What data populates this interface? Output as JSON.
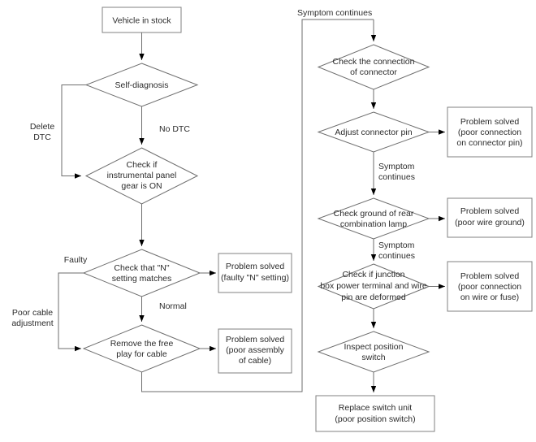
{
  "diagram": {
    "title": "Vehicle transaxle / position switch diagnostic flowchart",
    "type": "flowchart",
    "colors": {
      "background": "#ffffff",
      "shape_stroke": "#808080",
      "connector_stroke": "#6e6e6e",
      "text": "#2b2b2b"
    },
    "left_column": {
      "start_box": {
        "label": "Vehicle in stock"
      },
      "decisions": [
        {
          "id": "self-diagnosis",
          "lines": [
            "Self-diagnosis"
          ]
        },
        {
          "id": "check-instrumental-panel",
          "lines": [
            "Check if",
            "instrumental panel",
            "gear is ON"
          ]
        },
        {
          "id": "check-n-setting",
          "lines": [
            "Check that \"N\"",
            "setting matches"
          ]
        },
        {
          "id": "remove-free-play",
          "lines": [
            "Remove the free",
            "play for cable"
          ]
        }
      ],
      "terminals": [
        {
          "id": "problem-solved-n-setting",
          "lines": [
            "Problem solved",
            "(faulty \"N\" setting)"
          ]
        },
        {
          "id": "problem-solved-cable",
          "lines": [
            "Problem solved",
            "(poor assembly",
            "of cable)"
          ]
        }
      ],
      "edge_labels": [
        {
          "id": "delete-dtc",
          "lines": [
            "Delete",
            "DTC"
          ]
        },
        {
          "id": "no-dtc",
          "lines": [
            "No DTC"
          ]
        },
        {
          "id": "faulty",
          "lines": [
            "Faulty"
          ]
        },
        {
          "id": "normal",
          "lines": [
            "Normal"
          ]
        },
        {
          "id": "poor-cable-adjustment",
          "lines": [
            "Poor cable",
            "adjustment"
          ]
        }
      ]
    },
    "right_column": {
      "entry_label": {
        "lines": [
          "Symptom continues"
        ]
      },
      "decisions": [
        {
          "id": "check-connection-of-connector",
          "lines": [
            "Check the connection",
            "of connector"
          ]
        },
        {
          "id": "adjust-connector-pin",
          "lines": [
            "Adjust connector pin"
          ]
        },
        {
          "id": "check-ground-rear-lamp",
          "lines": [
            "Check ground of rear",
            "combination lamp"
          ]
        },
        {
          "id": "check-junction-box",
          "lines": [
            "Check if junction",
            "box power terminal and wire",
            "pin are deformed"
          ]
        },
        {
          "id": "inspect-position-switch",
          "lines": [
            "Inspect position",
            "switch"
          ]
        }
      ],
      "terminals": [
        {
          "id": "problem-solved-connector-pin",
          "lines": [
            "Problem solved",
            "(poor connection",
            "on connector pin)"
          ]
        },
        {
          "id": "problem-solved-wire-ground",
          "lines": [
            "Problem solved",
            "(poor wire ground)"
          ]
        },
        {
          "id": "problem-solved-wire-fuse",
          "lines": [
            "Problem solved",
            "(poor connection",
            "on wire or fuse)"
          ]
        },
        {
          "id": "replace-switch-unit",
          "lines": [
            "Replace switch unit",
            "(poor position switch)"
          ]
        }
      ],
      "edge_labels": [
        {
          "id": "symptom-continues-1",
          "lines": [
            "Symptom",
            "continues"
          ]
        },
        {
          "id": "symptom-continues-2",
          "lines": [
            "Symptom",
            "continues"
          ]
        }
      ]
    }
  }
}
